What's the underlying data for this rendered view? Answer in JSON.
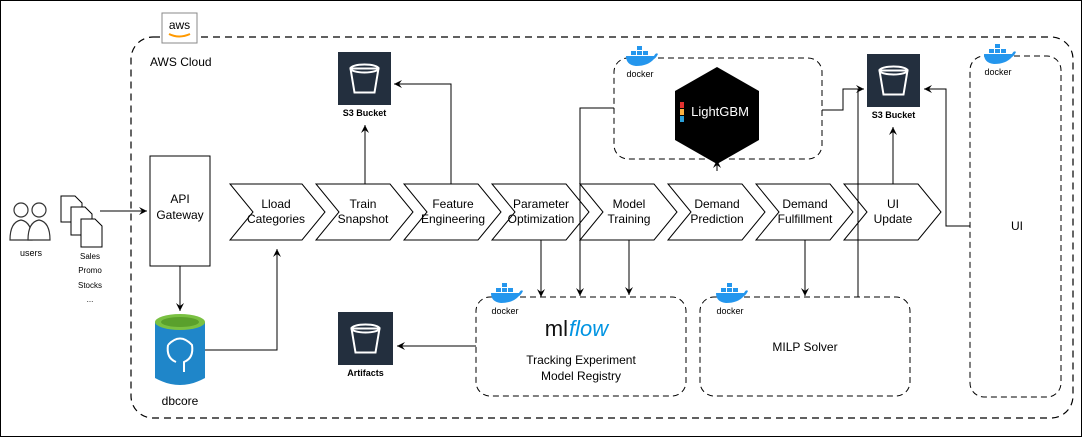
{
  "cloud": {
    "label": "AWS Cloud",
    "logo_text": "aws"
  },
  "users": {
    "label": "users"
  },
  "data_files": [
    "Sales",
    "Promo",
    "Stocks",
    "..."
  ],
  "gateway": {
    "line1": "API",
    "line2": "Gateway"
  },
  "database": {
    "label": "dbcore"
  },
  "pipeline": [
    {
      "line1": "Lload",
      "line2": "Categories"
    },
    {
      "line1": "Train",
      "line2": "Snapshot"
    },
    {
      "line1": "Feature",
      "line2": "Engineering"
    },
    {
      "line1": "Parameter",
      "line2": "Optimization"
    },
    {
      "line1": "Model",
      "line2": "Training"
    },
    {
      "line1": "Demand",
      "line2": "Prediction"
    },
    {
      "line1": "Demand",
      "line2": "Fulfillment"
    },
    {
      "line1": "UI",
      "line2": "Update"
    }
  ],
  "buckets": {
    "snapshot": "S3 Bucket",
    "output": "S3 Bucket",
    "artifacts": "Artifacts"
  },
  "docker_label": "docker",
  "lightgbm": {
    "label": "LightGBM"
  },
  "mlflow": {
    "logo_ml": "ml",
    "logo_flow": "flow",
    "line1": "Tracking Experiment",
    "line2": "Model Registry"
  },
  "milp": {
    "label": "MILP Solver"
  },
  "ui": {
    "label": "UI"
  },
  "colors": {
    "bucket_bg": "#232f3e",
    "docker_blue": "#2496ed",
    "db_blue": "#1f86c9",
    "db_lid": "#7ac142",
    "aws_orange": "#ff9900"
  }
}
